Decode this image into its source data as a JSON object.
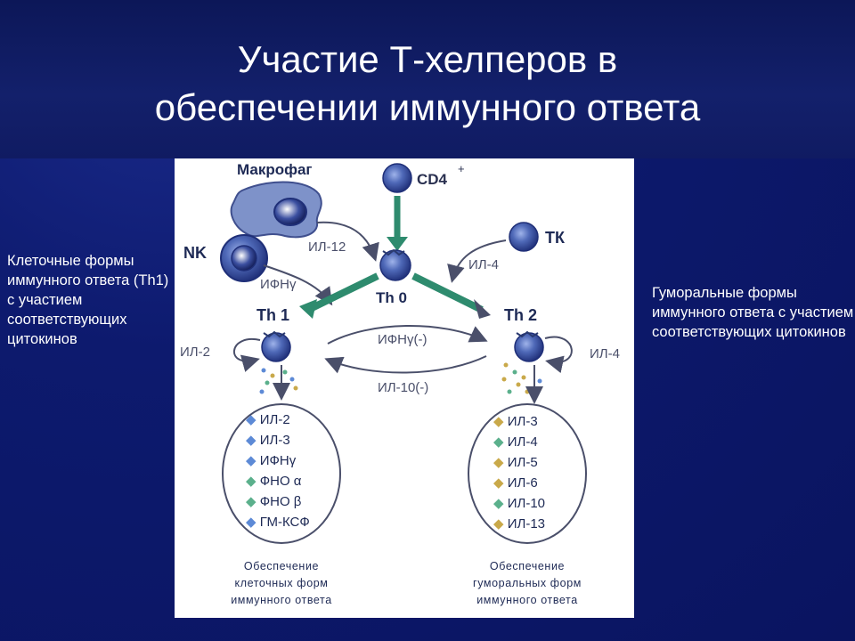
{
  "slide": {
    "title_line1": "Участие Т-хелперов в",
    "title_line2": "обеспечении иммунного ответа",
    "left_text": "Клеточные формы иммунного ответа (Th1) с участием соответствующих цитокинов",
    "right_text": "Гуморальные формы иммунного ответа с участием соответствующих цитокинов"
  },
  "diagram": {
    "macrophage": "Макрофаг",
    "cd4": "CD4",
    "cd4_sup": "+",
    "nk": "NK",
    "tk": "ТК",
    "th0": "Th 0",
    "th1": "Th 1",
    "th2": "Th 2",
    "il12": "ИЛ-12",
    "ifn_left": "ИФНγ",
    "il4_tk": "ИЛ-4",
    "il2_loop": "ИЛ-2",
    "il4_loop": "ИЛ-4",
    "ifn_cross": "ИФНγ(-)",
    "il10_cross": "ИЛ-10(-)",
    "th1_products": [
      "ИЛ-2",
      "ИЛ-3",
      "ИФНγ",
      "ФНО α",
      "ФНО β",
      "ГМ-КСФ"
    ],
    "th2_products": [
      "ИЛ-3",
      "ИЛ-4",
      "ИЛ-5",
      "ИЛ-6",
      "ИЛ-10",
      "ИЛ-13"
    ],
    "th1_caption": [
      "Обеспечение",
      "клеточных форм",
      "иммунного ответа"
    ],
    "th2_caption": [
      "Обеспечение",
      "гуморальных форм",
      "иммунного ответа"
    ]
  },
  "colors": {
    "cell": "#3d5aa8",
    "arrow_green": "#2e8b6e",
    "arrow_gray": "#4a4f6a",
    "background": "#0d1a6e"
  }
}
